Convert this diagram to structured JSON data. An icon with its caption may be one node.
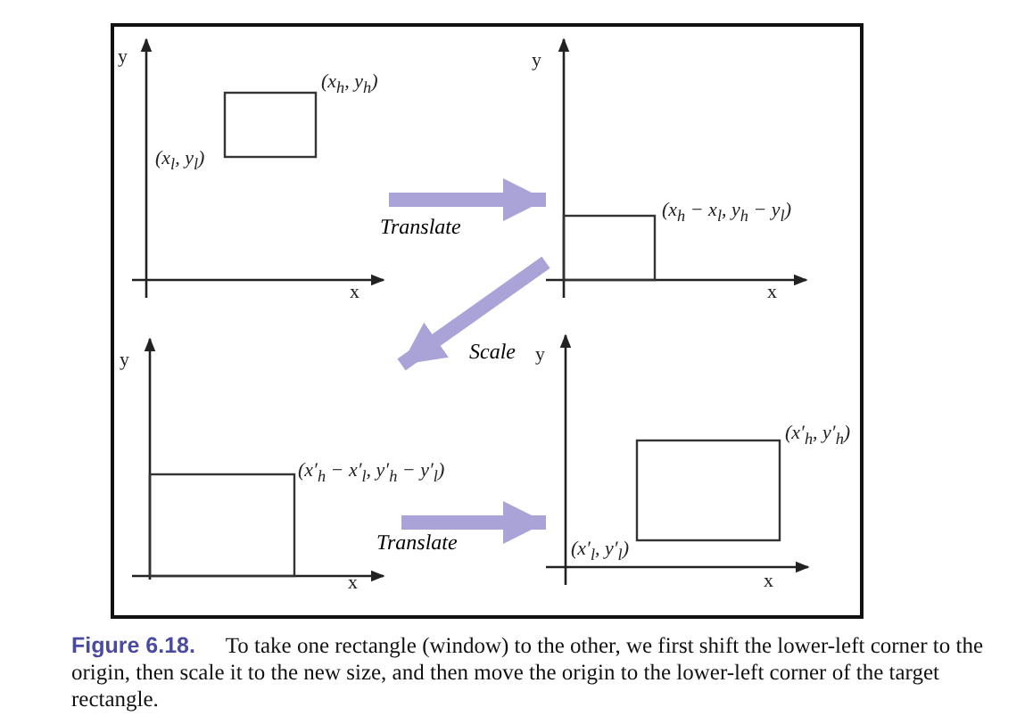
{
  "diagram": {
    "caption": "**Figure 6.18.** To take one rectangle (window) to the other, we first shift the lower-left corner to the origin, then scale it to the new size, and then move the origin to the lower-left corner of the target rectangle.",
    "nodes": [
      {
        "text": [],
        "shape": "picture"
      },
      {
        "text": [],
        "shape": "picture"
      },
      {
        "text": [],
        "shape": "picture"
      },
      {
        "text": [],
        "shape": "picture"
      }
    ],
    "edges": [
      {
        "from": 0,
        "to": 1,
        "arrow": "to",
        "label": "Translate"
      },
      {
        "from": 1,
        "to": 2,
        "arrow": "to",
        "label": "Scale"
      },
      {
        "from": 2,
        "to": 3,
        "arrow": "to",
        "label": "Translate"
      }
    ],
    "labels": [
      "y",
      "(x$_{h}$, y$_{h}$)",
      "(x$_{l}$, y$_{l}$)",
      "x",
      "y",
      "(x$_{h}$ − x$_{l}$, y$_{h}$ − y$_{l}$)",
      "x",
      "y",
      "(x′$_{h}$ − x′$_{l}$, y′$_{h}$ − y′$_{l}$)",
      "x",
      "y",
      "(x′$_{h}$, y′$_{h}$)",
      "(x′$_{l}$, y′$_{l}$)",
      "x"
    ]
  }
}
